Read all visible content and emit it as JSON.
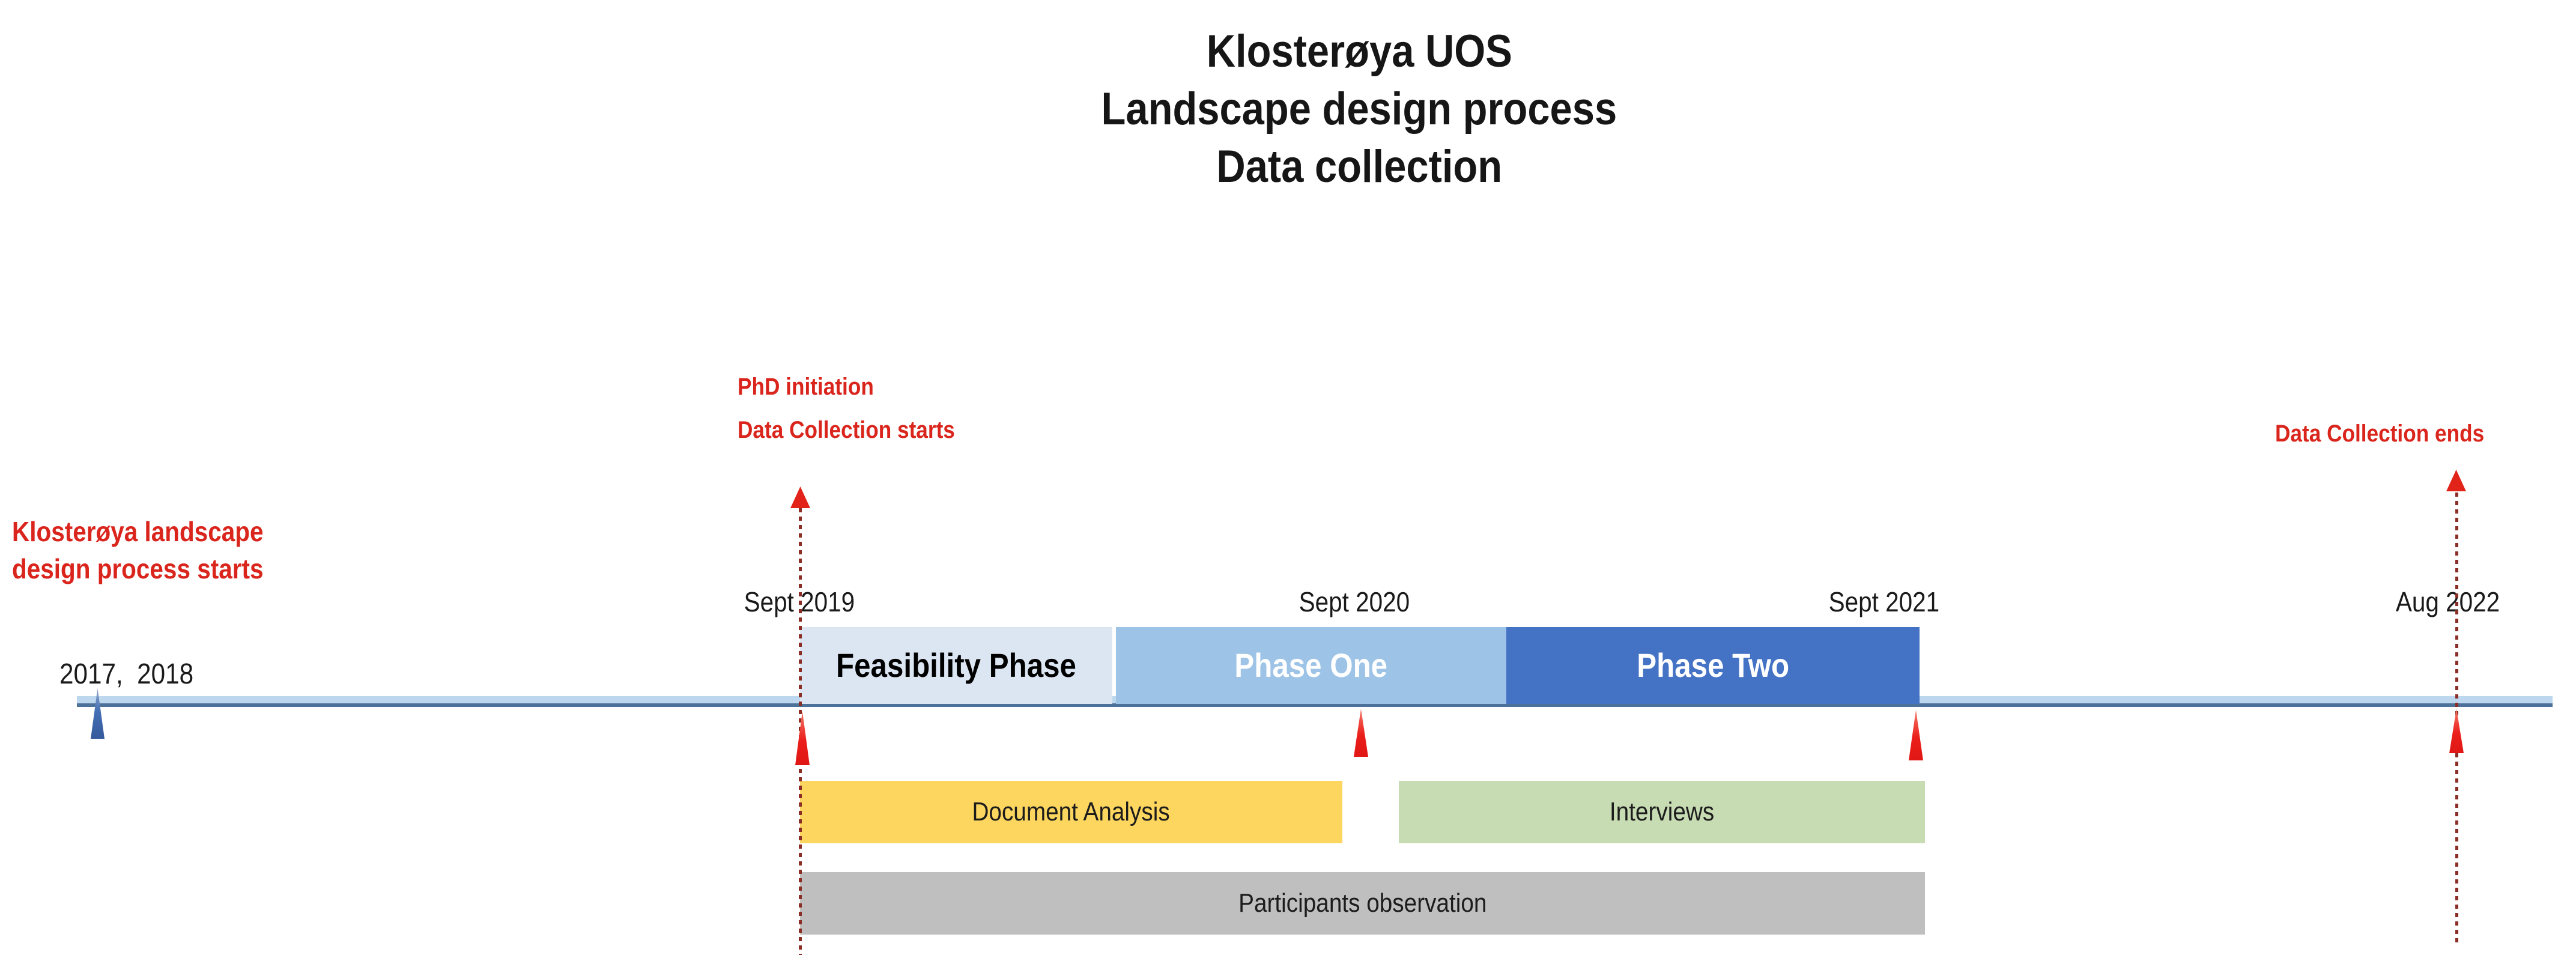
{
  "title": {
    "line1": "Klosterøya UOS",
    "line2": "Landscape design process",
    "line3": "Data collection"
  },
  "annotations": {
    "process_start": {
      "line1": "Klosterøya landscape",
      "line2": "design process starts",
      "years": "2017,  2018"
    },
    "phd_initiation": {
      "line1": "PhD initiation",
      "line2": "Data Collection starts"
    },
    "collection_end": "Data Collection ends"
  },
  "timeline": {
    "ticks": [
      {
        "label": "Sept 2019"
      },
      {
        "label": "Sept 2020"
      },
      {
        "label": "Sept 2021"
      },
      {
        "label": "Aug 2022"
      }
    ]
  },
  "phases": [
    {
      "label": "Feasibility Phase",
      "color": "#dce6f2",
      "text_color": "#000000"
    },
    {
      "label": "Phase One",
      "color": "#9dc3e6",
      "text_color": "#ffffff"
    },
    {
      "label": "Phase Two",
      "color": "#4472c4",
      "text_color": "#ffffff"
    }
  ],
  "activities": [
    {
      "label": "Document Analysis",
      "color": "#fcd65f"
    },
    {
      "label": "Interviews",
      "color": "#c8dcb4"
    },
    {
      "label": "Participants observation",
      "color": "#bfbfbf"
    }
  ],
  "colors": {
    "timeline_line": "#4d7299",
    "timeline_band": "#bdd7ee",
    "red_annotation": "#da251d",
    "dotted_line": "#8b2e26",
    "red_arrow": "#e2231a",
    "blue_arrow": "#4470b5",
    "title_text": "#161616"
  }
}
